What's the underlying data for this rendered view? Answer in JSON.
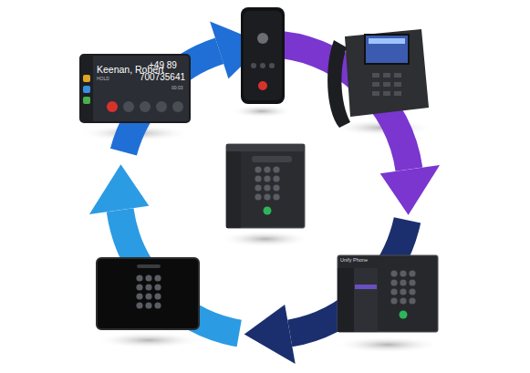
{
  "diagram": {
    "labels": [
      "Keenan, Robert",
      "HOLD",
      "+49 89",
      "700735641",
      "00:03",
      "Unify Phone"
    ]
  }
}
